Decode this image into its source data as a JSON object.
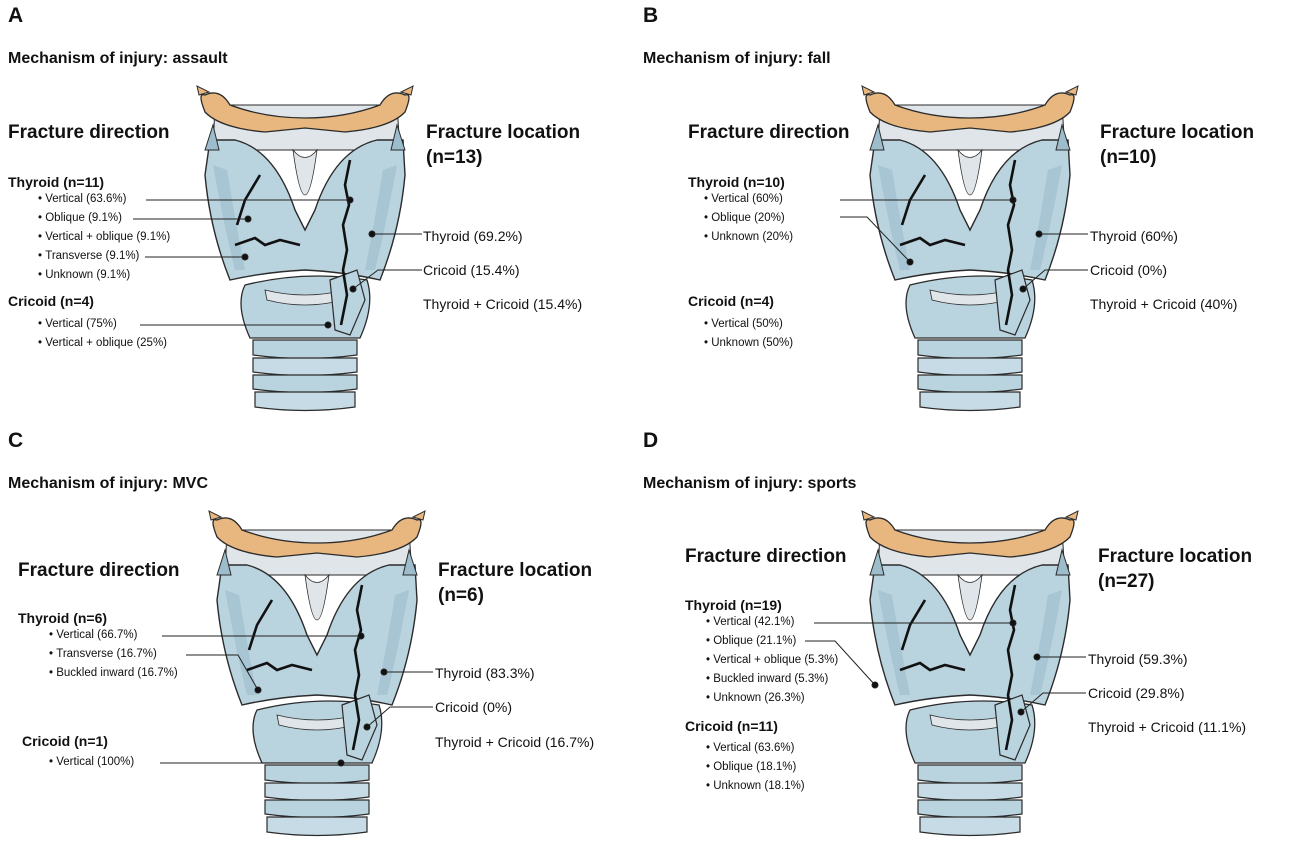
{
  "colors": {
    "cartilage": "#b9d3df",
    "cartilage_shade": "#9dbdcc",
    "membrane": "#dfe5e9",
    "hyoid": "#e8b77f",
    "outline": "#2b2b2b",
    "fracture": "#111111"
  },
  "panels": [
    {
      "letter": "A",
      "mechanism": "Mechanism of injury: assault",
      "direction_heading": "Fracture direction",
      "location_heading_1": "Fracture location",
      "location_heading_2": "(n=13)",
      "thyroid_group": "Thyroid (n=11)",
      "thyroid_items": [
        "Vertical (63.6%)",
        "Oblique (9.1%)",
        "Vertical + oblique (9.1%)",
        "Transverse (9.1%)",
        "Unknown (9.1%)"
      ],
      "cricoid_group": "Cricoid (n=4)",
      "cricoid_items": [
        "Vertical (75%)",
        "Vertical + oblique (25%)"
      ],
      "locations": [
        "Thyroid (69.2%)",
        "Cricoid (15.4%)",
        "Thyroid + Cricoid (15.4%)"
      ]
    },
    {
      "letter": "B",
      "mechanism": "Mechanism of injury: fall",
      "direction_heading": "Fracture direction",
      "location_heading_1": "Fracture location",
      "location_heading_2": "(n=10)",
      "thyroid_group": "Thyroid (n=10)",
      "thyroid_items": [
        "Vertical (60%)",
        "Oblique (20%)",
        "Unknown (20%)"
      ],
      "cricoid_group": "Cricoid (n=4)",
      "cricoid_items": [
        "Vertical (50%)",
        "Unknown (50%)"
      ],
      "locations": [
        "Thyroid (60%)",
        "Cricoid (0%)",
        "Thyroid + Cricoid (40%)"
      ]
    },
    {
      "letter": "C",
      "mechanism": "Mechanism of injury: MVC",
      "direction_heading": "Fracture direction",
      "location_heading_1": "Fracture location",
      "location_heading_2": "(n=6)",
      "thyroid_group": "Thyroid (n=6)",
      "thyroid_items": [
        "Vertical (66.7%)",
        "Transverse (16.7%)",
        "Buckled inward (16.7%)"
      ],
      "cricoid_group": "Cricoid (n=1)",
      "cricoid_items": [
        "Vertical (100%)"
      ],
      "locations": [
        "Thyroid (83.3%)",
        "Cricoid (0%)",
        "Thyroid + Cricoid (16.7%)"
      ]
    },
    {
      "letter": "D",
      "mechanism": "Mechanism of injury: sports",
      "direction_heading": "Fracture direction",
      "location_heading_1": "Fracture location",
      "location_heading_2": "(n=27)",
      "thyroid_group": "Thyroid (n=19)",
      "thyroid_items": [
        "Vertical (42.1%)",
        "Oblique (21.1%)",
        "Vertical + oblique (5.3%)",
        "Buckled inward (5.3%)",
        "Unknown (26.3%)"
      ],
      "cricoid_group": "Cricoid (n=11)",
      "cricoid_items": [
        "Vertical (63.6%)",
        "Oblique (18.1%)",
        "Unknown (18.1%)"
      ],
      "locations": [
        "Thyroid (59.3%)",
        "Cricoid (29.8%)",
        "Thyroid + Cricoid (11.1%)"
      ]
    }
  ]
}
